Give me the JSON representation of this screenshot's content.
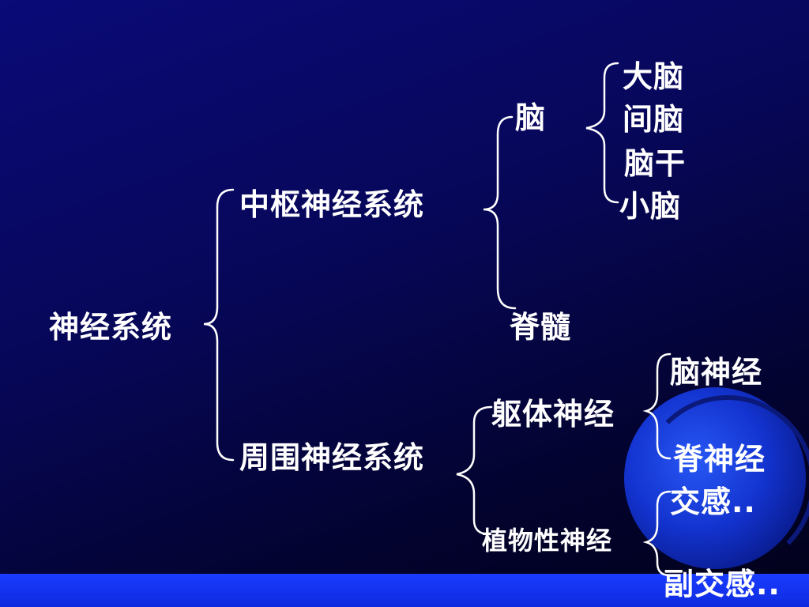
{
  "root": "神经系统",
  "central": "中枢神经系统",
  "peripheral": "周围神经系统",
  "brain": "脑",
  "spinal_cord": "脊髓",
  "brain_parts": [
    "大脑",
    "间脑",
    "脑干",
    "小脑"
  ],
  "somatic": "躯体神经",
  "autonomic": "植物性神经",
  "somatic_parts": [
    "脑神经",
    "脊神经"
  ],
  "autonomic_parts": [
    "交感..",
    "副交感.."
  ],
  "colors": {
    "text": "#ffffff",
    "accent": "#1436d8"
  }
}
